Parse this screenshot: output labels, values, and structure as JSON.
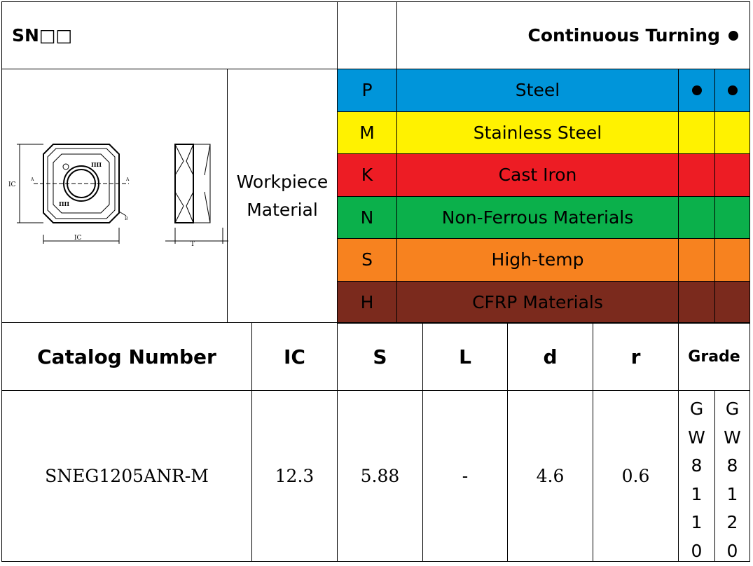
{
  "header": {
    "series": "SN□□",
    "operation": "Continuous Turning",
    "operation_symbol": "filled-circle-icon"
  },
  "workpiece_label_line1": "Workpiece",
  "workpiece_label_line2": "Material",
  "materials": [
    {
      "code": "P",
      "name": "Steel",
      "color": "#0095DA",
      "gw8110": true,
      "gw8120": true
    },
    {
      "code": "M",
      "name": "Stainless Steel",
      "color": "#FFF200",
      "gw8110": false,
      "gw8120": false
    },
    {
      "code": "K",
      "name": "Cast Iron",
      "color": "#ED1C24",
      "gw8110": false,
      "gw8120": false
    },
    {
      "code": "N",
      "name": "Non-Ferrous Materials",
      "color": "#0BB04B",
      "gw8110": false,
      "gw8120": false
    },
    {
      "code": "S",
      "name": "High-temp",
      "color": "#F7821F",
      "gw8110": false,
      "gw8120": false
    },
    {
      "code": "H",
      "name": "CFRP Materials",
      "color": "#7B2A1D",
      "gw8110": false,
      "gw8120": false
    }
  ],
  "columns": {
    "catalog": "Catalog Number",
    "ic": "IC",
    "s": "S",
    "l": "L",
    "d": "d",
    "r": "r",
    "grade": "Grade"
  },
  "row": {
    "catalog": "SNEG1205ANR-M",
    "ic": "12.3",
    "s": "5.88",
    "l": "-",
    "d": "4.6",
    "r": "0.6"
  },
  "grades": [
    {
      "chars": [
        "G",
        "W",
        "8",
        "1",
        "1",
        "0"
      ]
    },
    {
      "chars": [
        "G",
        "W",
        "8",
        "1",
        "2",
        "0"
      ]
    }
  ],
  "drawing": {
    "labels": {
      "ic_left": "IC",
      "ic_bottom": "IC",
      "t": "T",
      "a1": "A",
      "a2": "A",
      "b": "B",
      "mark1": "ПП",
      "mark2": "ПП"
    }
  }
}
